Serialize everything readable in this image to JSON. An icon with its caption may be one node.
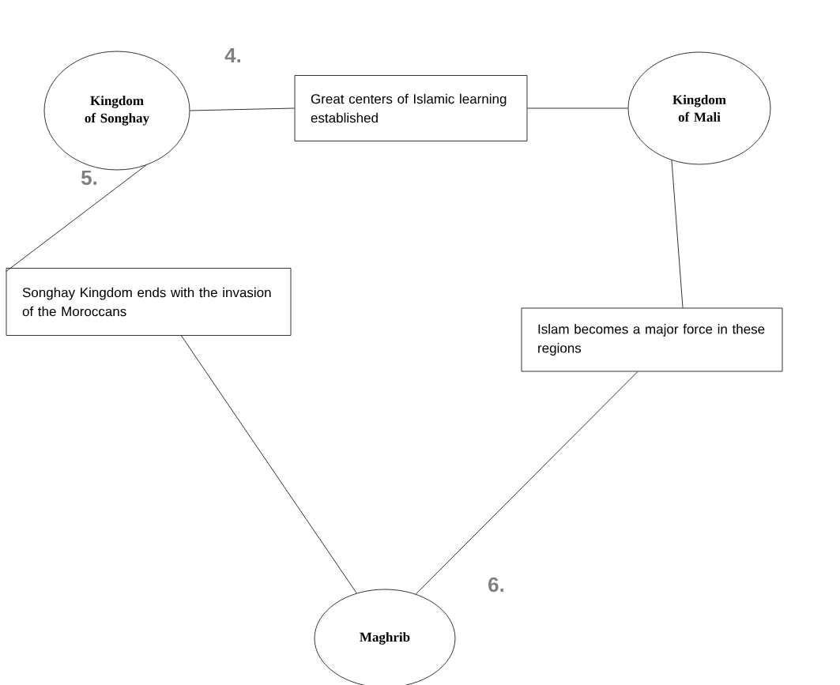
{
  "diagram": {
    "nodes": [
      {
        "text": [
          "Kingdom of Songhay"
        ]
      },
      {
        "text": [
          "Kingdom of Mali"
        ]
      },
      {
        "text": [
          "Great centers of Islamic learning established"
        ]
      },
      {
        "text": [
          "Songhay Kingdom ends with the invasion of the Moroccans"
        ]
      },
      {
        "text": [
          "Islam becomes a major force in these regions"
        ]
      },
      {
        "text": [
          "Maghrib"
        ]
      }
    ],
    "edges": [
      {
        "from": 0,
        "to": 2,
        "arrow": "none"
      },
      {
        "from": 2,
        "to": 1,
        "arrow": "none"
      },
      {
        "from": 0,
        "to": 3,
        "arrow": "none"
      },
      {
        "from": 3,
        "to": 5,
        "arrow": "none"
      },
      {
        "from": 1,
        "to": 4,
        "arrow": "none"
      },
      {
        "from": 4,
        "to": 5,
        "arrow": "none"
      }
    ],
    "labels": [
      "4.",
      "5.",
      "6."
    ]
  }
}
